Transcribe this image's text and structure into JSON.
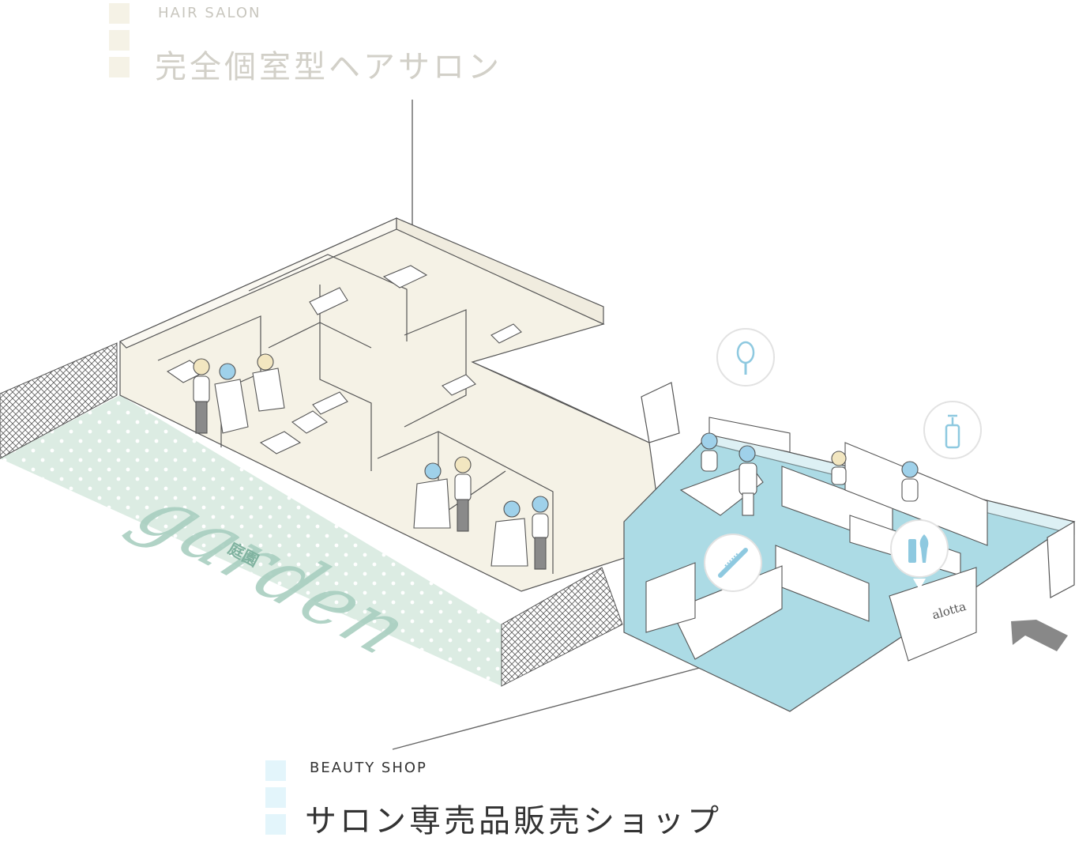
{
  "hair_salon": {
    "label_en": "HAIR SALON",
    "label_jp": "完全個室型ヘアサロン"
  },
  "beauty_shop": {
    "label_en": "BEAUTY SHOP",
    "label_jp": "サロン専売品販売ショップ",
    "sign_text": "alotta"
  },
  "garden": {
    "word": "garden",
    "kanji": "庭園"
  },
  "colors": {
    "salon_floor": "#f5f2e6",
    "shop_floor": "#acdbe5",
    "garden_floor": "#dcece3",
    "line": "#6d6d6d",
    "arrow": "#888888"
  },
  "icons": [
    "hand-mirror-icon",
    "pump-bottle-icon",
    "comb-icon",
    "lipstick-brush-icon"
  ]
}
